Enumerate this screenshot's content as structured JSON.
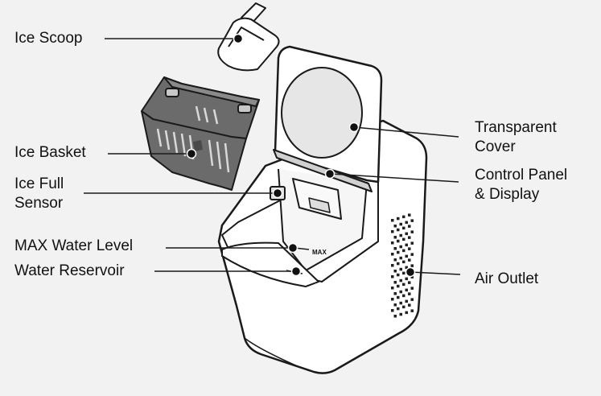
{
  "labels": {
    "ice_scoop": "Ice Scoop",
    "ice_basket": "Ice Basket",
    "ice_full_sensor_l1": "Ice Full",
    "ice_full_sensor_l2": "Sensor",
    "max_water_level": "MAX Water Level",
    "water_reservoir": "Water Reservoir",
    "transparent_cover_l1": "Transparent",
    "transparent_cover_l2": "Cover",
    "control_panel_l1": "Control Panel",
    "control_panel_l2": "& Display",
    "air_outlet": "Air Outlet"
  },
  "max_mark": "MAX",
  "colors": {
    "background": "#f2f2f2",
    "body_fill": "#ffffff",
    "outline": "#1a1a1a",
    "basket_fill": "#6b6b6b",
    "cover_fill": "#e6e6e6",
    "dot": "#111111"
  }
}
